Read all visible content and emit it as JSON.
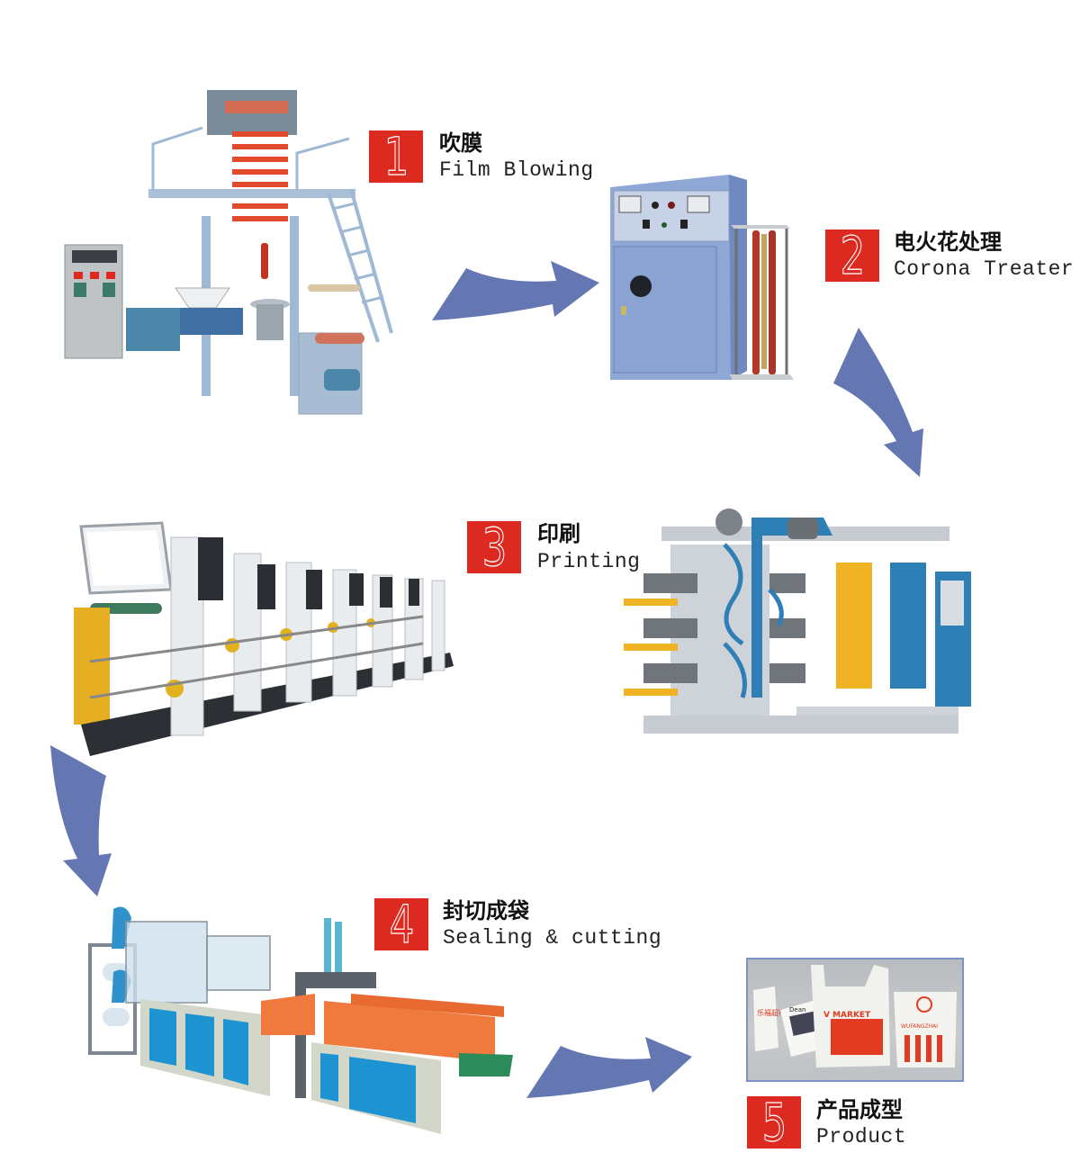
{
  "diagram": {
    "title": "Plastic bag production process",
    "arrow_color": "#6577b3",
    "step_box_color": "#dc2a20",
    "steps": [
      {
        "number": "1",
        "zh": "吹膜",
        "en": "Film Blowing",
        "machine": "film-blowing-machine"
      },
      {
        "number": "2",
        "zh": "电火花处理",
        "en": "Corona Treater",
        "machine": "corona-treater"
      },
      {
        "number": "3",
        "zh": "印刷",
        "en": "Printing",
        "machine": "printing-machine"
      },
      {
        "number": "4",
        "zh": "封切成袋",
        "en": "Sealing & cutting",
        "machine": "bag-sealing-cutting-machine"
      },
      {
        "number": "5",
        "zh": "产品成型",
        "en": "Product",
        "machine": "product-photo"
      }
    ],
    "product_bags": [
      {
        "text": "乐福超市"
      },
      {
        "text": "Dean"
      },
      {
        "text": "V MARKET"
      },
      {
        "text": "WUFANGZHAI"
      }
    ]
  }
}
